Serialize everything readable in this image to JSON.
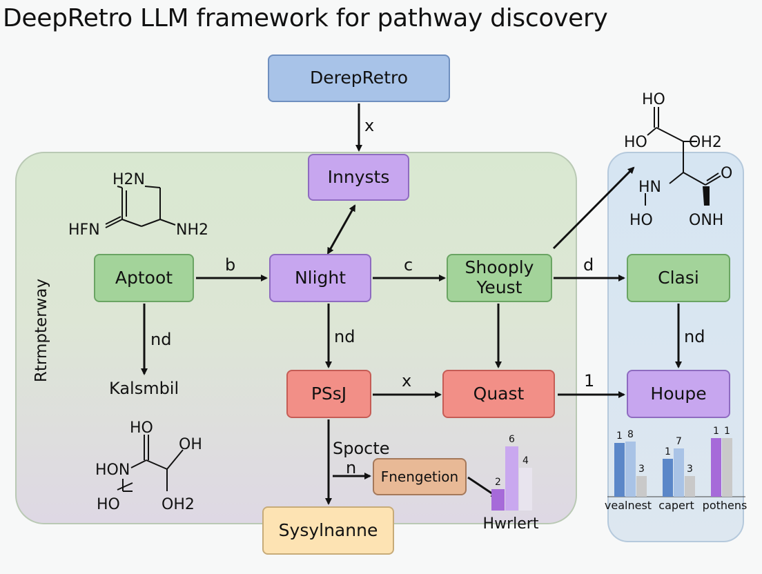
{
  "title": "DeepRetro LLM framework for pathway discovery",
  "side_label": "Rtrmpterway",
  "nodes": {
    "deepretro": "DerepRetro",
    "innysts": "Innysts",
    "aptoot": "Aptoot",
    "nlight": "Nlight",
    "shooply": "Shooply\nYeust",
    "clasi": "Clasi",
    "pssj": "PSsJ",
    "quast": "Quast",
    "houpe": "Houpe",
    "fnengetion": "Fnengetion",
    "sysylnanne": "Sysylnanne"
  },
  "edge_labels": {
    "top_x": "x",
    "b": "b",
    "c": "c",
    "d": "d",
    "nd_left": "nd",
    "nd_mid": "nd",
    "nd_right": "nd",
    "x_mid": "x",
    "one": "1",
    "n": "n"
  },
  "texts": {
    "kalsmbil": "Kalsmbil",
    "spocte": "Spocte",
    "hwrlert": "Hwrlert"
  },
  "molecules": {
    "left_top": {
      "h2n": "H2N",
      "hfn": "HFN",
      "nh2": "NH2"
    },
    "left_bottom": {
      "ho_top": "HO",
      "oh": "OH",
      "hon": "HON",
      "ho_bot": "HO",
      "oh2": "OH2"
    },
    "right_top": {
      "ho_top": "HO",
      "ho_left": "HO",
      "oh2": "OH2",
      "hn": "HN",
      "o": "O",
      "ho_bot": "HO",
      "onh": "ONH"
    }
  },
  "colors": {
    "blue_bar": "#5b87c8",
    "light_blue_bar": "#a9c3e6",
    "gray_bar": "#c9c9c9",
    "purple_bar": "#a66ad9",
    "light_purple_bar": "#c9a8ef",
    "pale_bar": "#e8e4ee"
  },
  "chart_data": [
    {
      "type": "bar",
      "categories": [
        ""
      ],
      "series": [
        {
          "values": [
            2
          ]
        },
        {
          "values": [
            6
          ]
        },
        {
          "values": [
            4
          ]
        }
      ],
      "data_labels": [
        "2",
        "6",
        "4"
      ],
      "xlabel": "Hwrlert"
    },
    {
      "type": "bar",
      "categories": [
        "vealnest",
        "capert",
        "pothens"
      ],
      "groups": [
        {
          "category": "vealnest",
          "values": [
            1,
            8,
            3
          ],
          "labels": [
            "1",
            "8",
            "3"
          ]
        },
        {
          "category": "capert",
          "values": [
            1,
            7,
            3
          ],
          "labels": [
            "1",
            "7",
            "3"
          ]
        },
        {
          "category": "pothens",
          "values": [
            1,
            1
          ],
          "labels": [
            "1",
            "1"
          ]
        }
      ]
    }
  ]
}
